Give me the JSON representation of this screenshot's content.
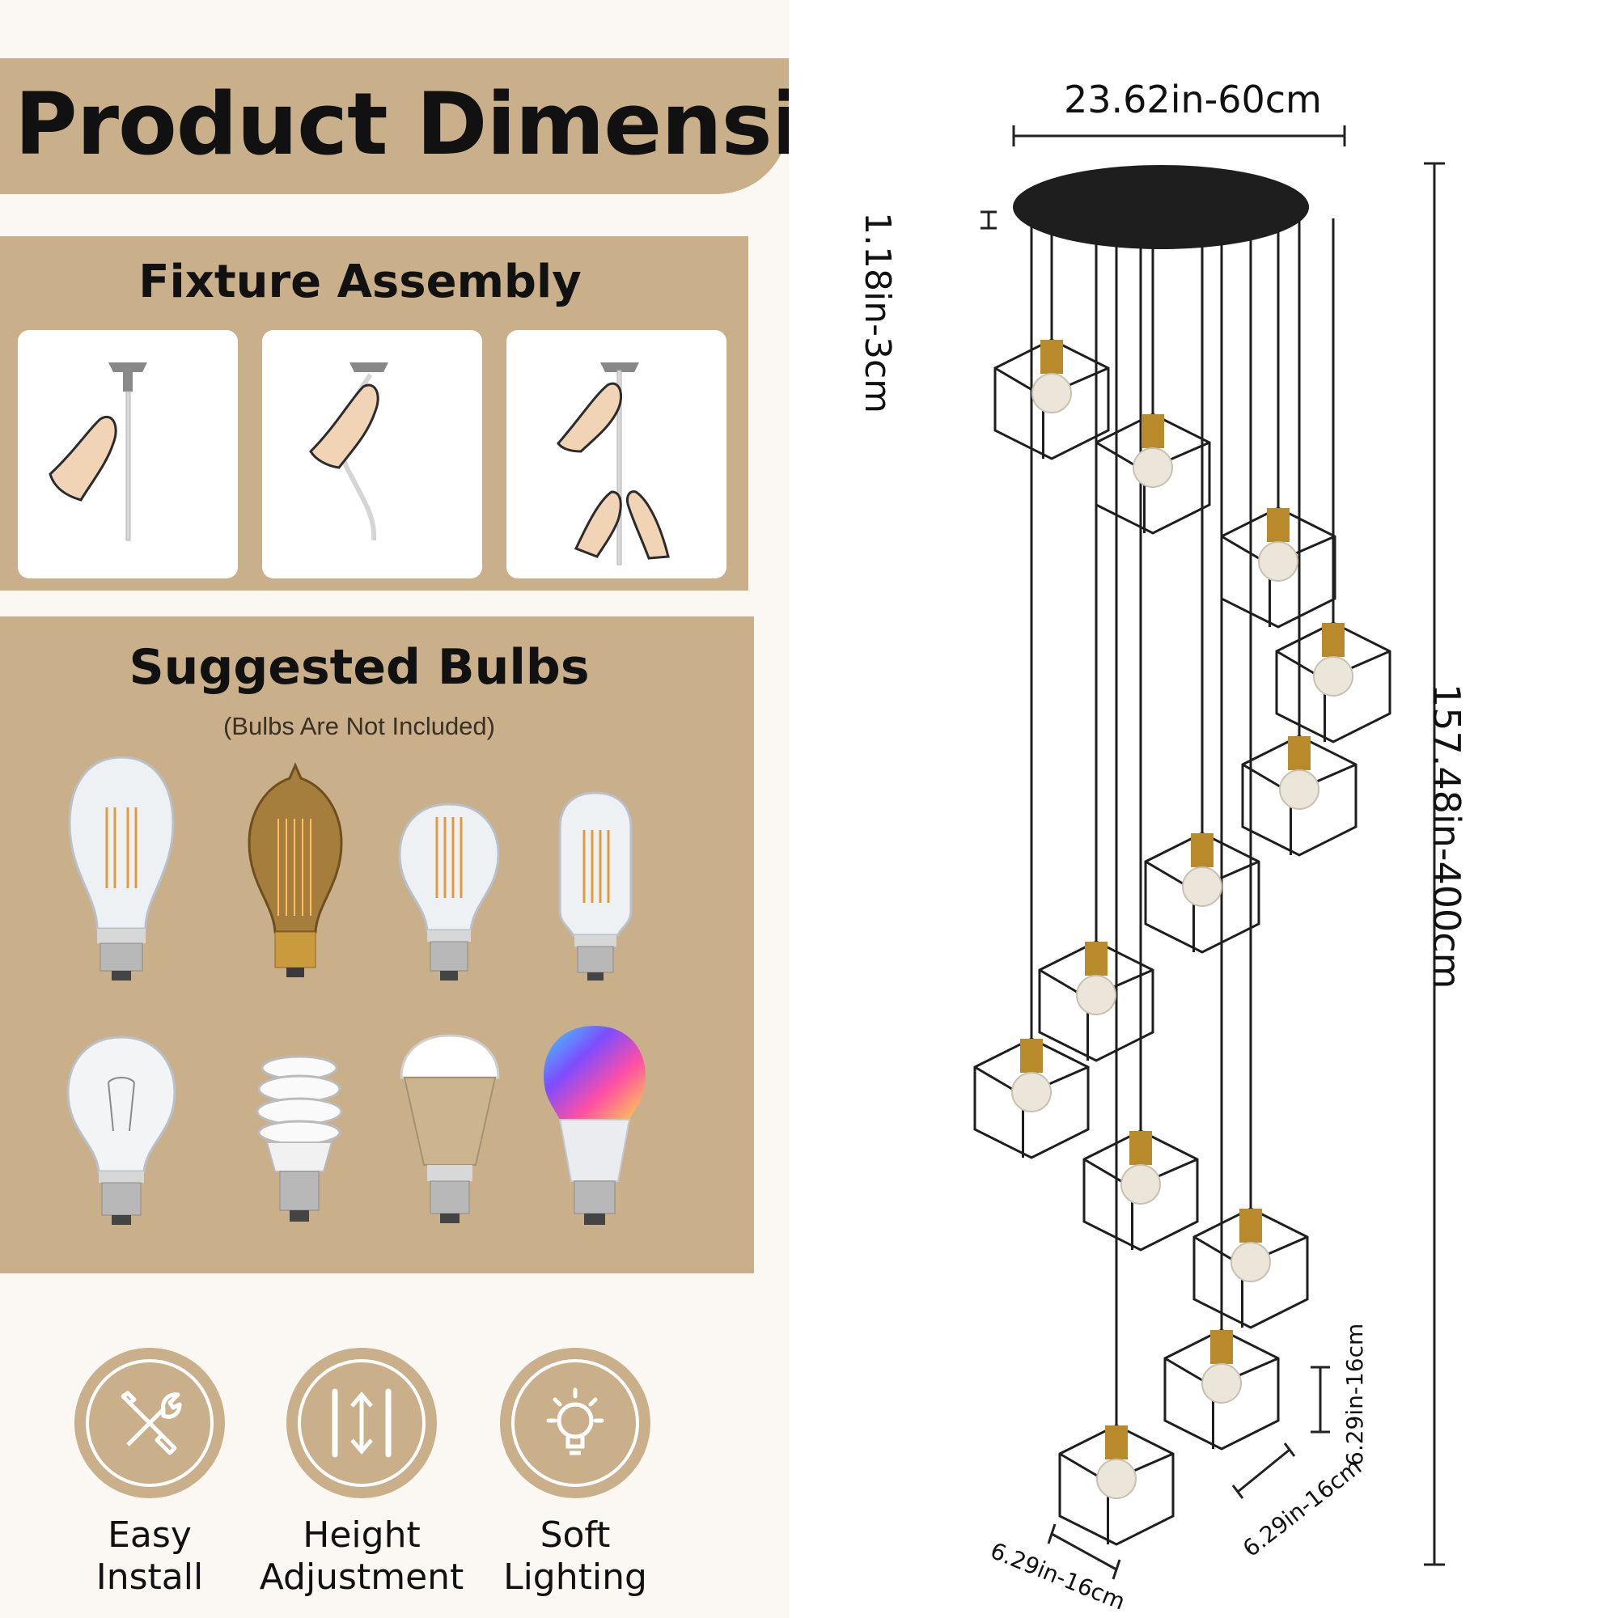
{
  "header": {
    "title": "Product Dimensions"
  },
  "assembly": {
    "title": "Fixture Assembly",
    "steps": [
      {
        "icon": "finger-press-icon"
      },
      {
        "icon": "finger-bend-cord-icon"
      },
      {
        "icon": "hands-pull-cord-icon"
      }
    ]
  },
  "bulbs": {
    "title": "Suggested Bulbs",
    "subtitle": "(Bulbs Are Not Included)",
    "items": [
      {
        "icon": "st64-filament-bulb-icon"
      },
      {
        "icon": "amber-vintage-edison-bulb-icon"
      },
      {
        "icon": "a19-filament-bulb-icon"
      },
      {
        "icon": "t45-tube-filament-bulb-icon"
      },
      {
        "icon": "incandescent-bulb-icon"
      },
      {
        "icon": "spiral-cfl-bulb-icon"
      },
      {
        "icon": "led-bulb-icon"
      },
      {
        "icon": "rgb-smart-bulb-icon"
      }
    ]
  },
  "features": [
    {
      "icon": "tools-icon",
      "line1": "Easy",
      "line2": "Install"
    },
    {
      "icon": "height-adjust-icon",
      "line1": "Height",
      "line2": "Adjustment"
    },
    {
      "icon": "light-bulb-icon",
      "line1": "Soft",
      "line2": "Lighting"
    }
  ],
  "dimensions": {
    "width": "23.62in-60cm",
    "canopy_height": "1.18in-3cm",
    "overall_height": "157.48in-400cm",
    "shade_height": "6.29in-16cm",
    "shade_width": "6.29in-16cm",
    "shade_depth": "6.29in-16cm"
  },
  "colors": {
    "accent": "#c9af8a",
    "background": "#fbf7f2",
    "fixture": "#1b1b1b",
    "brass": "#b88a2c"
  }
}
